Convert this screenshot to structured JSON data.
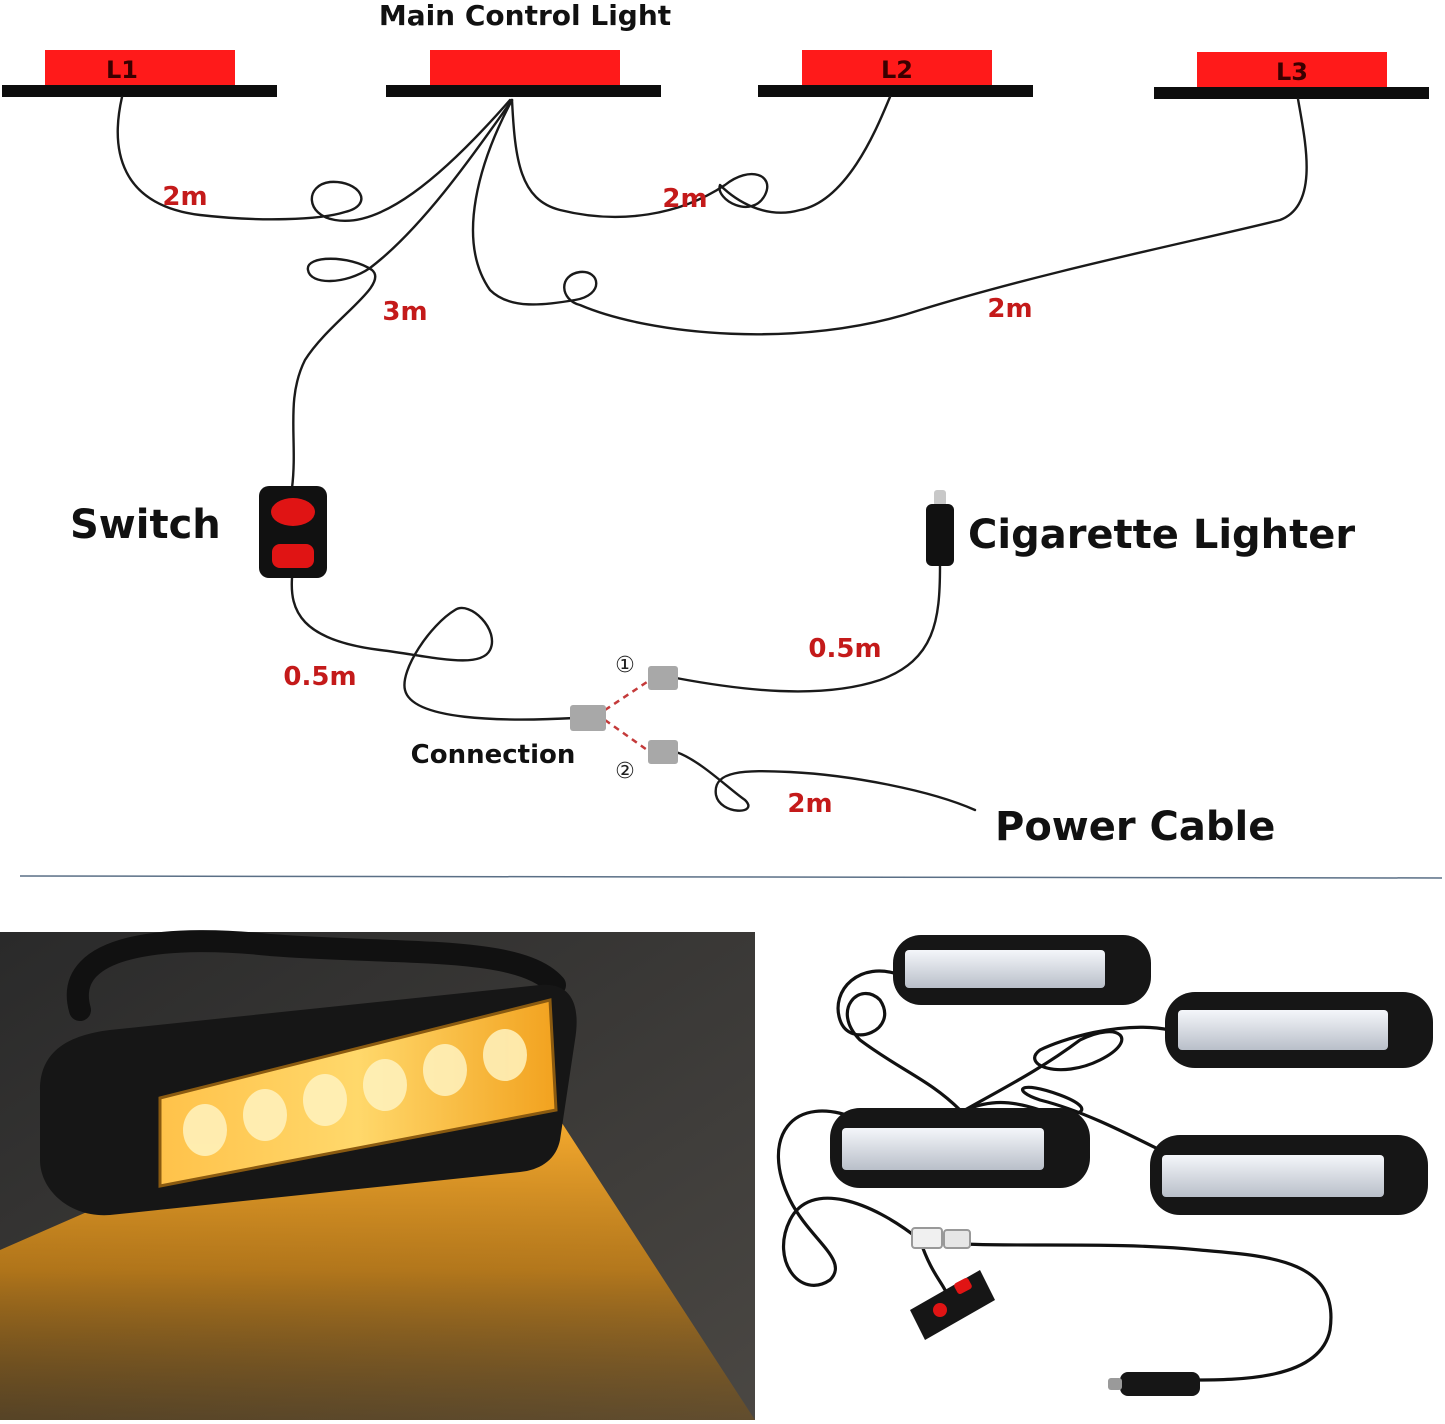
{
  "diagram": {
    "title": "Main Control Light",
    "lamps": [
      {
        "id": "L1",
        "label": "L1"
      },
      {
        "id": "main",
        "label": ""
      },
      {
        "id": "L2",
        "label": "L2"
      },
      {
        "id": "L3",
        "label": "L3"
      }
    ],
    "lengths": {
      "l1_cable": "2m",
      "l2_cable": "2m",
      "l3_cable": "2m",
      "switch_cable": "3m",
      "switch_to_connection": "0.5m",
      "lighter_cable": "0.5m",
      "power_cable": "2m"
    },
    "components": {
      "switch": "Switch",
      "lighter": "Cigarette Lighter",
      "connection": "Connection",
      "power": "Power Cable",
      "port_one": "①",
      "port_two": "②"
    },
    "colors": {
      "lamp_red": "#ff1a1a",
      "label_red": "#c41a1a",
      "amber_glow": "#f5a623"
    }
  },
  "photos": {
    "left_caption": "",
    "right_caption": ""
  }
}
